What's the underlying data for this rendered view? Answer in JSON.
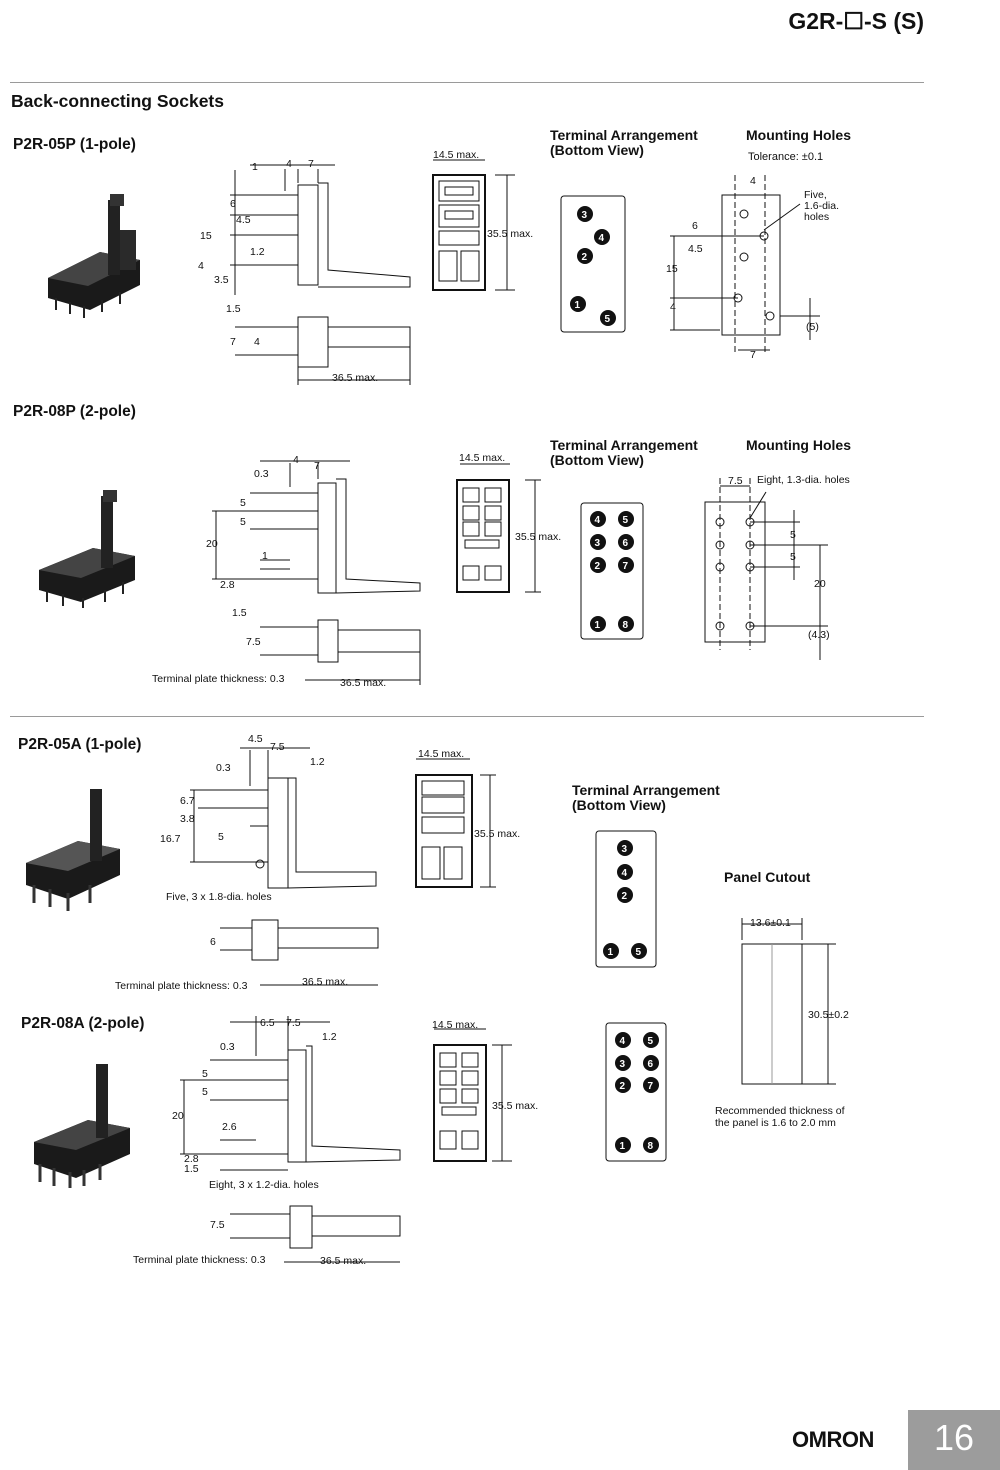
{
  "header": {
    "title": "G2R-☐-S (S)"
  },
  "section": {
    "title": "Back-connecting Sockets"
  },
  "models": {
    "p2r05p": {
      "name": "P2R-05P (1-pole)"
    },
    "p2r08p": {
      "name": "P2R-08P (2-pole)"
    },
    "p2r05a": {
      "name": "P2R-05A (1-pole)"
    },
    "p2r08a": {
      "name": "P2R-08A (2-pole)"
    }
  },
  "headings": {
    "terminal_arrangement": "Terminal Arrangement",
    "bottom_view": "(Bottom View)",
    "mounting_holes": "Mounting Holes",
    "panel_cutout": "Panel Cutout"
  },
  "notes": {
    "tolerance": "Tolerance: ±0.1",
    "five_holes_16": [
      "Five,",
      "1.6-dia.",
      "holes"
    ],
    "eight_holes_13": "Eight, 1.3-dia. holes",
    "five_holes_18": "Five, 3 x 1.8-dia. holes",
    "eight_holes_12": "Eight, 3 x 1.2-dia. holes",
    "terminal_plate": "Terminal plate thickness: 0.3",
    "panel_thickness": [
      "Recommended thickness of",
      "the panel is 1.6 to 2.0 mm"
    ]
  },
  "dims": {
    "w145": "14.5 max.",
    "h355": "35.5 max.",
    "l365": "36.5 max.",
    "p05p": [
      "1",
      "4",
      "7",
      "6",
      "4.5",
      "15",
      "1.2",
      "4",
      "3.5",
      "1.5",
      "7",
      "4"
    ],
    "p08p": [
      "0.3",
      "4",
      "7",
      "5",
      "5",
      "20",
      "1",
      "2.8",
      "1.5",
      "7.5"
    ],
    "mh05": [
      "4",
      "6",
      "4.5",
      "15",
      "4",
      "(5)",
      "7"
    ],
    "mh08": [
      "7.5",
      "5",
      "5",
      "20",
      "(4.3)"
    ],
    "p05a": [
      "4.5",
      "7.5",
      "1.2",
      "0.3",
      "6.7",
      "3.8",
      "16.7",
      "5",
      "6"
    ],
    "p08a": [
      "6.5",
      "7.5",
      "1.2",
      "0.3",
      "5",
      "5",
      "20",
      "2.6",
      "2.8",
      "1.5",
      "7.5"
    ],
    "cutout": [
      "13.6±0.1",
      "30.5±0.2"
    ]
  },
  "footer": {
    "brand": "OMRON",
    "page": "16"
  }
}
